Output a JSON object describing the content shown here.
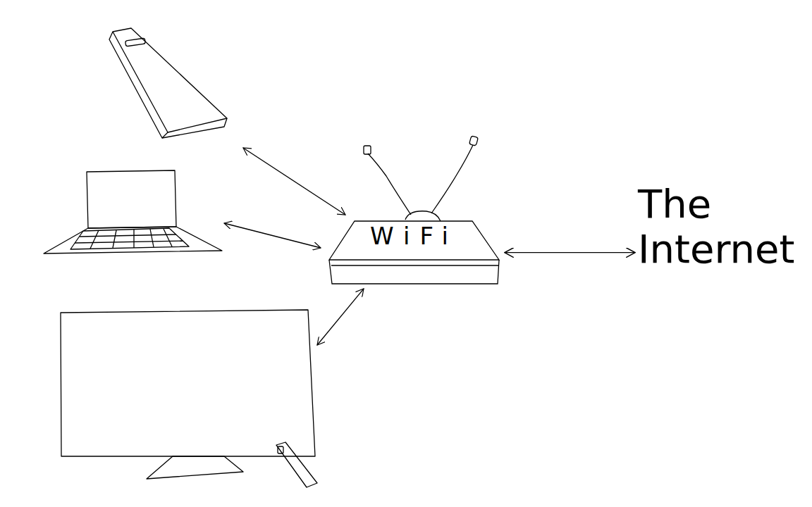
{
  "diagram": {
    "nodes": [
      {
        "text": [
          "WiFi"
        ]
      },
      {
        "text": [
          "The Internet"
        ]
      }
    ],
    "edges": [
      {
        "from": 0,
        "to": 1,
        "arrow": "both"
      }
    ]
  }
}
